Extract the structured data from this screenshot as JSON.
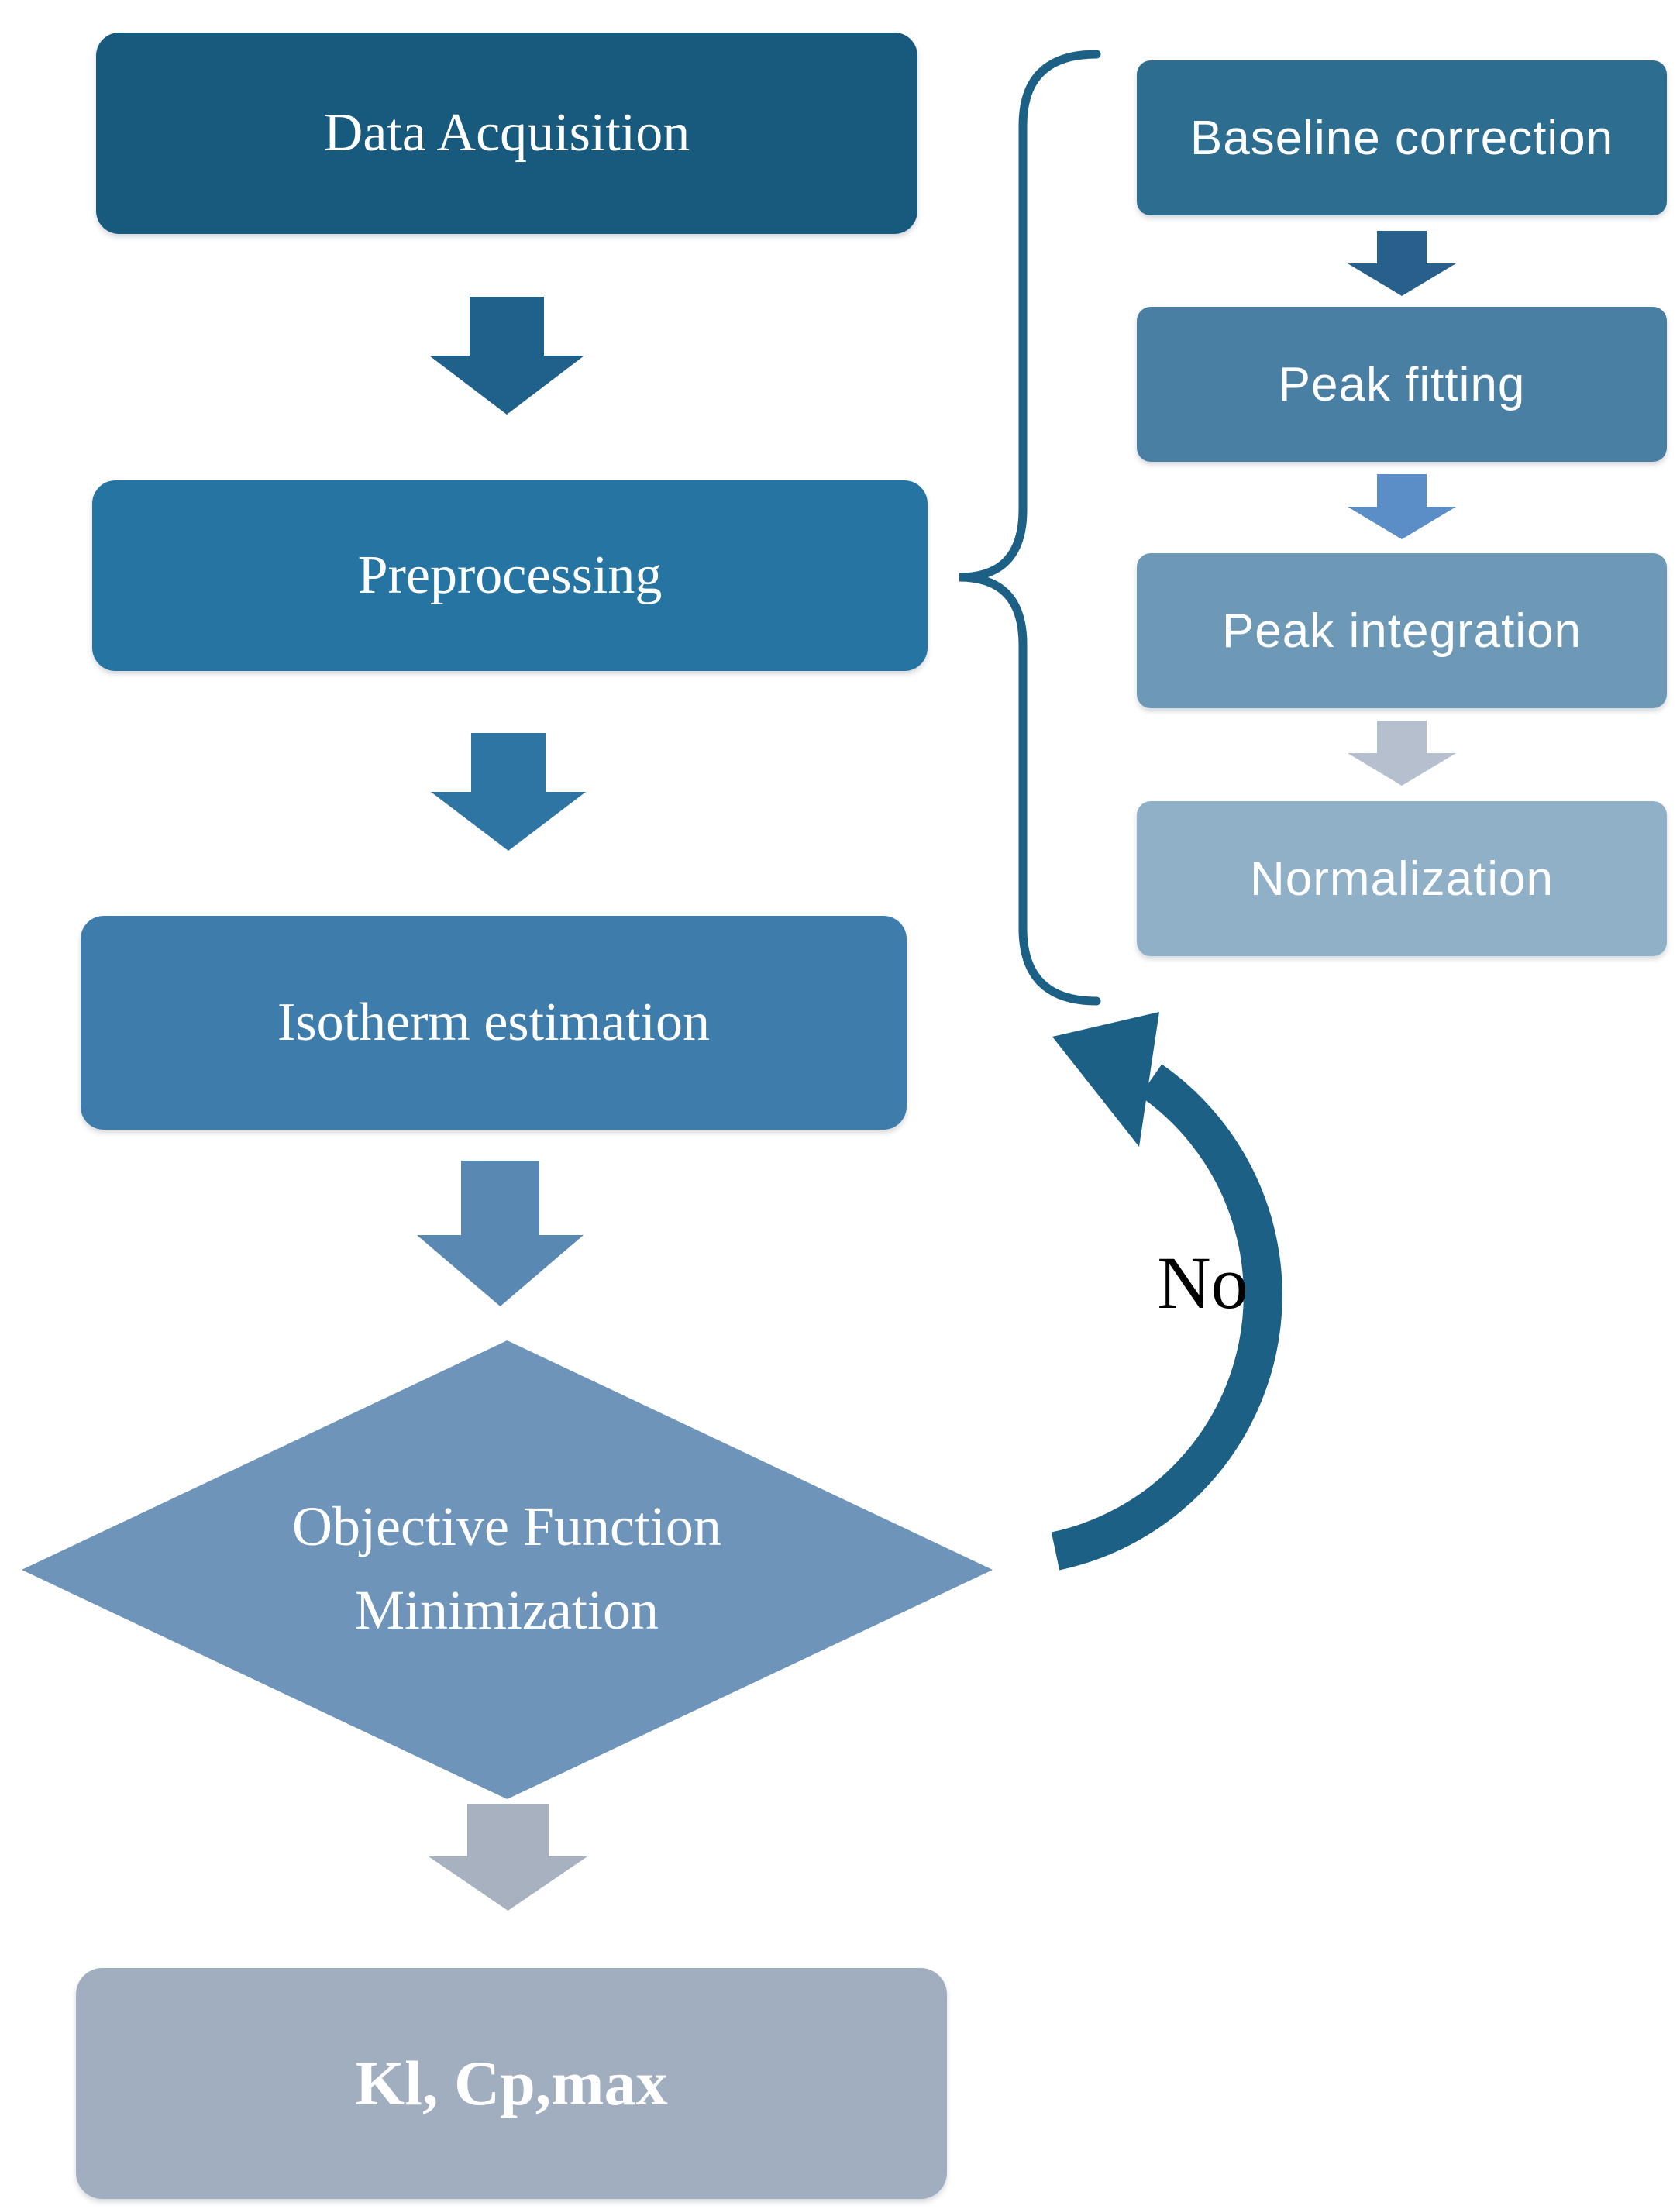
{
  "diagram": {
    "main_flow": {
      "step1": {
        "label": "Data Acquisition"
      },
      "step2": {
        "label": "Preprocessing"
      },
      "step3": {
        "label": "Isotherm estimation"
      },
      "decision": {
        "line1": "Objective Function",
        "line2": "Minimization"
      },
      "output": {
        "label": "Kl, Cp,max"
      }
    },
    "preprocessing_steps": {
      "step1": {
        "label": "Baseline correction"
      },
      "step2": {
        "label": "Peak fitting"
      },
      "step3": {
        "label": "Peak integration"
      },
      "step4": {
        "label": "Normalization"
      }
    },
    "loop_label": "No"
  },
  "colors": {
    "box_data_acquisition": "#175a7d",
    "arrow_1": "#1f618a",
    "box_preprocessing": "#2674a1",
    "arrow_2": "#2e75a3",
    "box_isotherm": "#3e7cab",
    "arrow_3": "#5989b2",
    "diamond": "#6e95b9",
    "arrow_4": "#a7b1bf",
    "box_output": "#a0aec0",
    "box_baseline_correction": "#2d6d90",
    "arrow_sub_1": "#27618b",
    "box_peak_fitting": "#4a7fa4",
    "arrow_sub_2": "#5b8ec7",
    "box_peak_integration": "#6d99b7",
    "arrow_sub_3": "#b5bfce",
    "box_normalization": "#8fb0c7",
    "brace": "#1d6086",
    "loop_arrow": "#1d6086",
    "loop_text": "#000000",
    "background": "#ffffff"
  }
}
